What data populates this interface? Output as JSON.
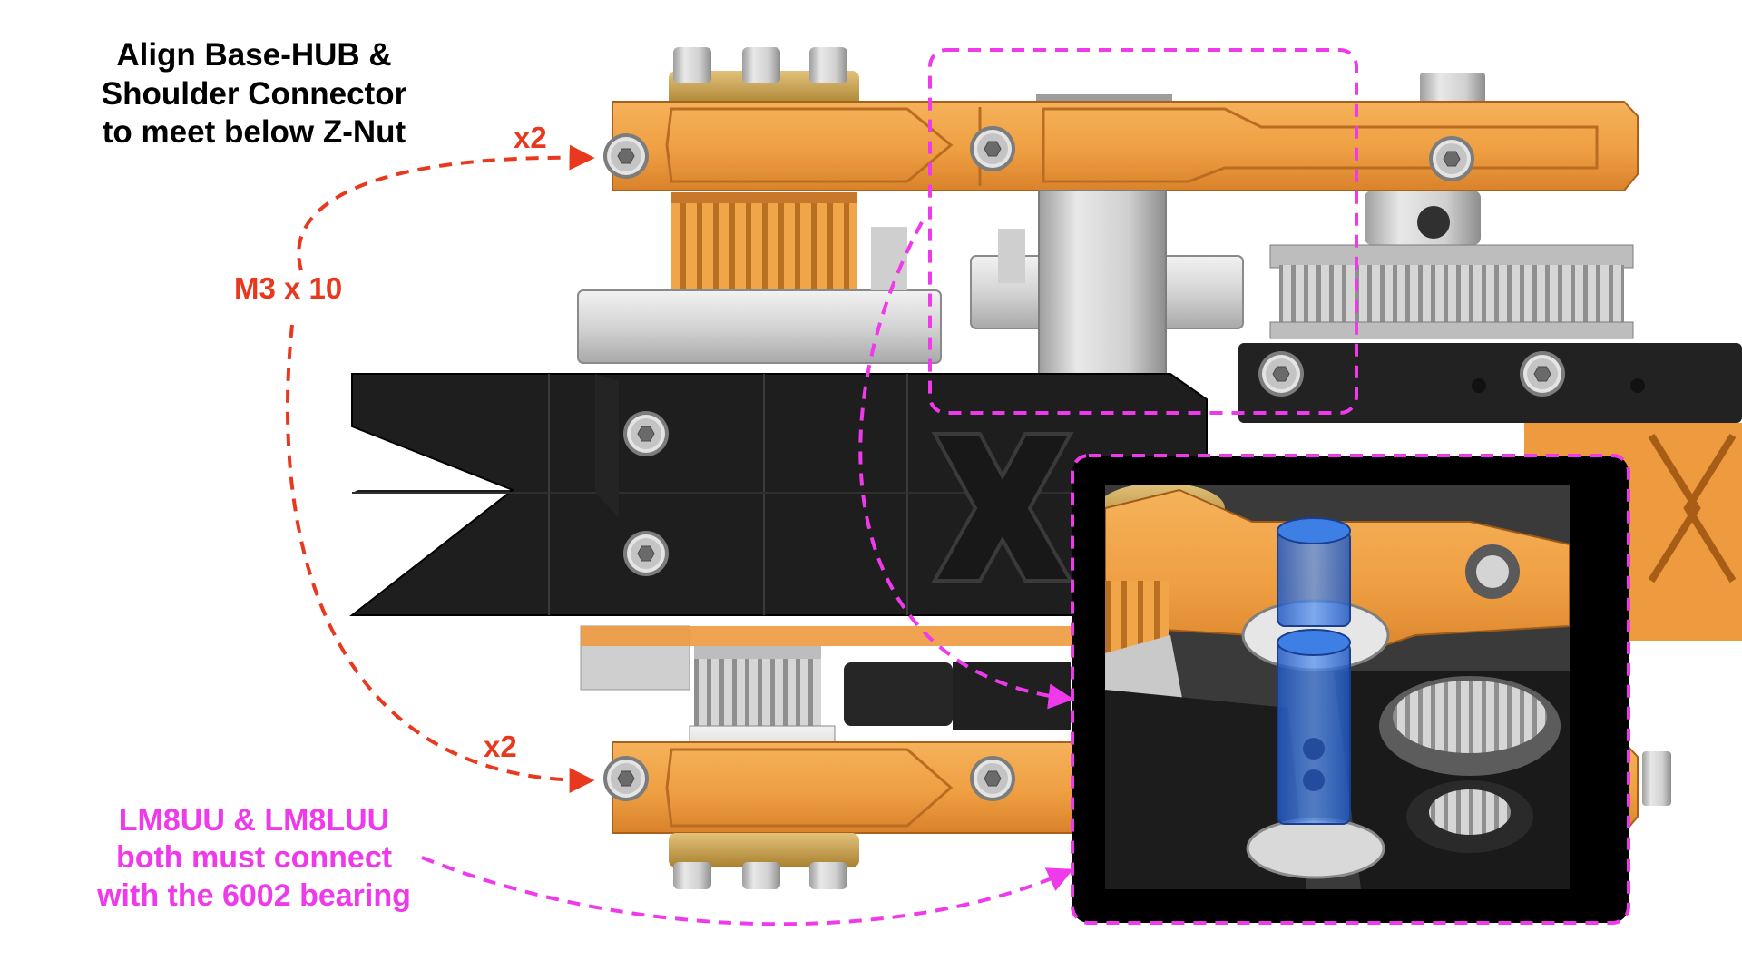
{
  "notes": {
    "align_lines": [
      "Align Base-HUB &",
      "Shoulder Connector",
      "to meet below Z-Nut"
    ],
    "screw_count_top": "x2",
    "screw_spec": "M3 x 10",
    "screw_count_bottom": "x2",
    "bearing_lines": [
      "LM8UU & LM8LUU",
      "both must connect",
      "with the 6002 bearing"
    ]
  },
  "colors": {
    "screw_annotation": "#e8391f",
    "bearing_annotation": "#ee3aea",
    "printed_orange": "#f0a045",
    "printed_black": "#1f1f1f",
    "aluminum": "#d8d8d8",
    "brass": "#c9a14b",
    "lm8_bearing_highlight": "#2f6fd9"
  },
  "icons": [
    "socket-head-screw-icon",
    "gt2-pulley-icon",
    "x-axis-logo-icon",
    "arrowhead-icon"
  ]
}
